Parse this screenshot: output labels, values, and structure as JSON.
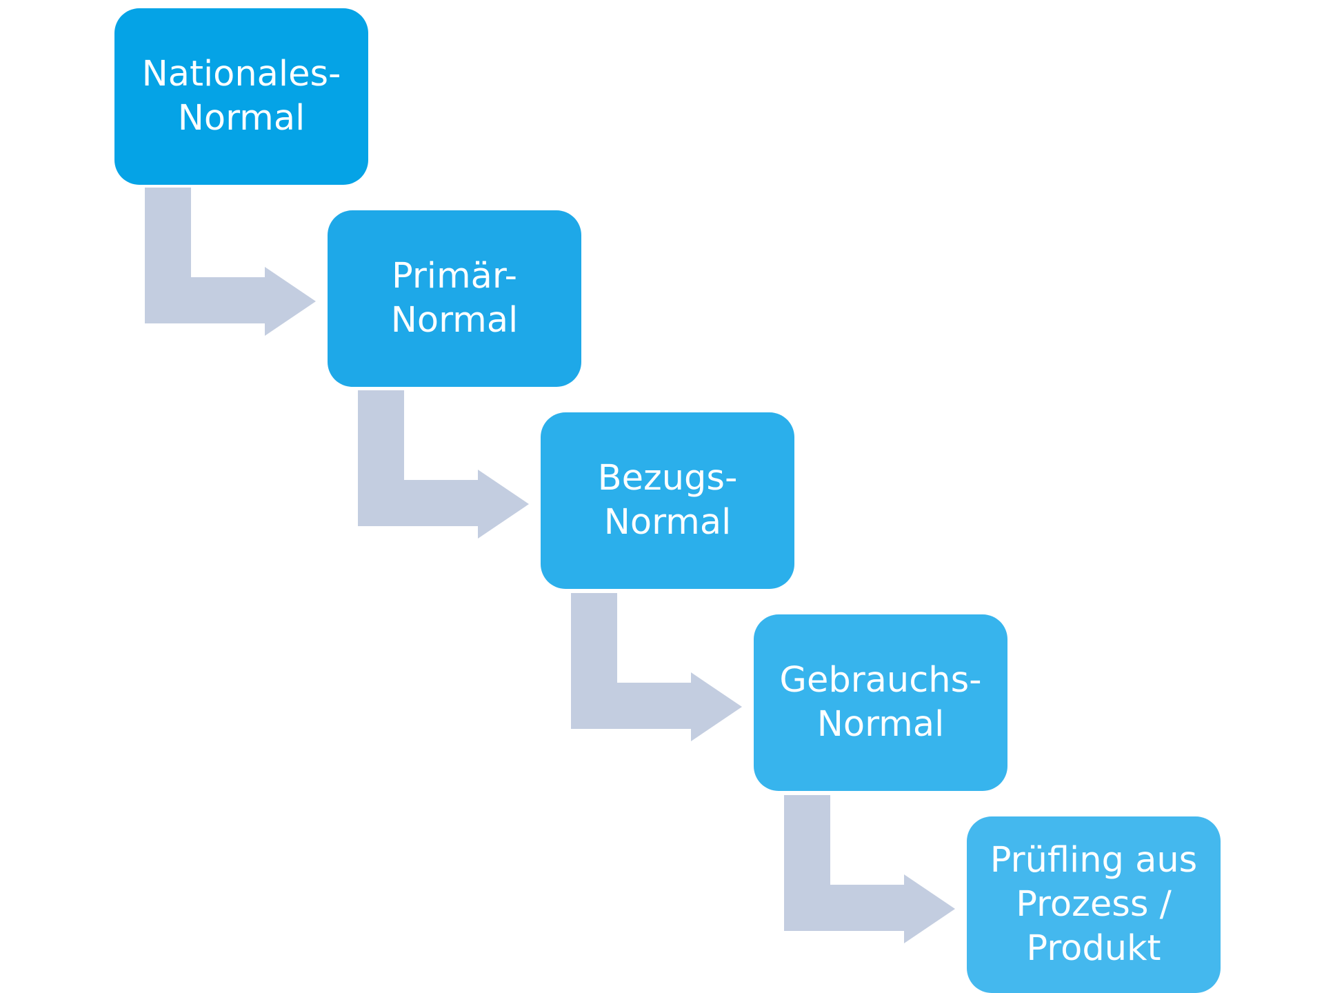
{
  "diagram": {
    "colors": {
      "arrow": "#c3cde0",
      "text": "#ffffff"
    },
    "steps": [
      {
        "label": "Nationales-\nNormal",
        "color": "#05a3e6"
      },
      {
        "label": "Primär-\nNormal",
        "color": "#1ea8e8"
      },
      {
        "label": "Bezugs-\nNormal",
        "color": "#2bafeb"
      },
      {
        "label": "Gebrauchs-\nNormal",
        "color": "#37b4ed"
      },
      {
        "label": "Prüfling aus\nProzess /\nProdukt",
        "color": "#44b8ee"
      }
    ]
  }
}
